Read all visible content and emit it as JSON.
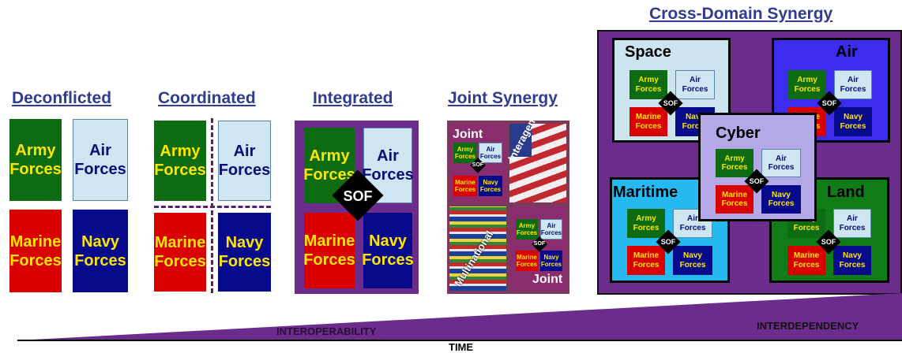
{
  "stages": [
    {
      "title": "Deconflicted"
    },
    {
      "title": "Coordinated"
    },
    {
      "title": "Integrated"
    },
    {
      "title": "Joint Synergy"
    },
    {
      "title": "Cross-Domain Synergy"
    }
  ],
  "forces": {
    "army": "Army Forces",
    "air": "Air Forces",
    "marine": "Marine Forces",
    "navy": "Navy Forces",
    "sof": "SOF"
  },
  "joint_synergy": {
    "joint_top": "Joint",
    "joint_bottom": "Joint",
    "interagency": "Interagency",
    "multinational": "Multinational"
  },
  "domains": {
    "space": "Space",
    "air": "Air",
    "cyber": "Cyber",
    "maritime": "Maritime",
    "land": "Land"
  },
  "axis": {
    "interoperability": "INTEROPERABILITY",
    "interdependency": "INTERDEPENDENCY",
    "time": "TIME"
  },
  "colors": {
    "title": "#2f3c8f",
    "purple": "#6b2c8c",
    "army": "#0d6b12",
    "air": "#cde6f2",
    "marine": "#d90000",
    "navy": "#080a8c"
  }
}
